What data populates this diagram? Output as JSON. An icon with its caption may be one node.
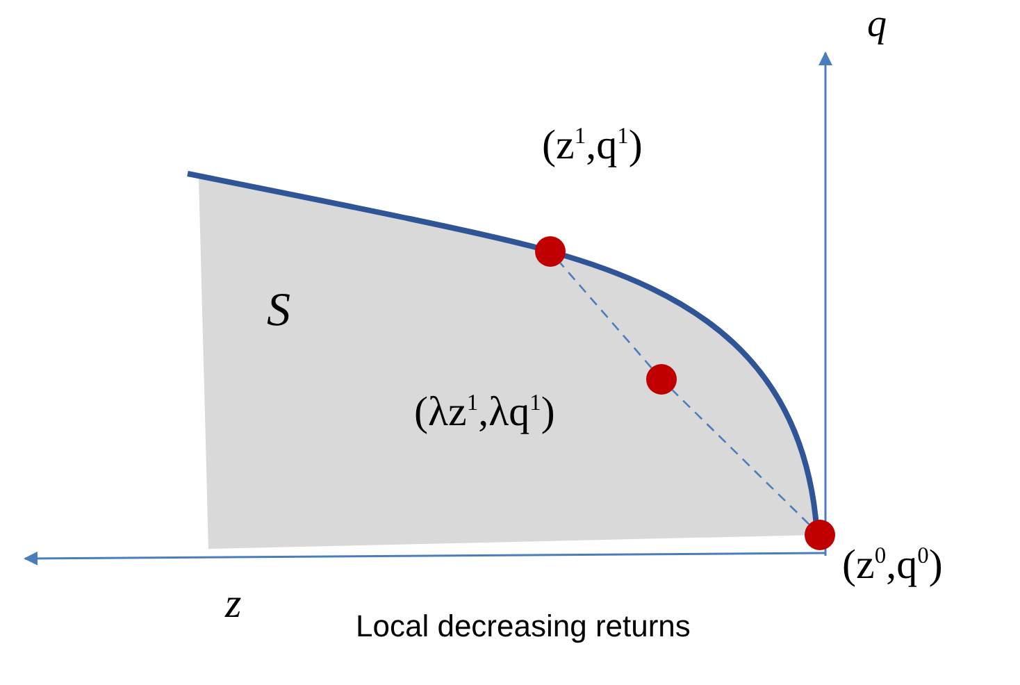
{
  "diagram": {
    "caption": "Local decreasing returns",
    "nodes": [
      {
        "text": [],
        "shape": "circle",
        "beside": [
          "(z$^{1}$,q$^{1}$)"
        ]
      },
      {
        "text": [],
        "shape": "circle",
        "beside": [
          "(λz$^{1}$,λq$^{1}$)"
        ]
      },
      {
        "text": [],
        "shape": "circle",
        "beside": [
          "(z$^{0}$,q$^{0}$)"
        ]
      }
    ],
    "edges": [
      {
        "from": 2,
        "to": 1,
        "arrow": "none",
        "style": "dashed"
      },
      {
        "from": 1,
        "to": 0,
        "arrow": "none",
        "style": "dashed"
      }
    ],
    "labels": [
      "q",
      "S",
      "z"
    ]
  }
}
